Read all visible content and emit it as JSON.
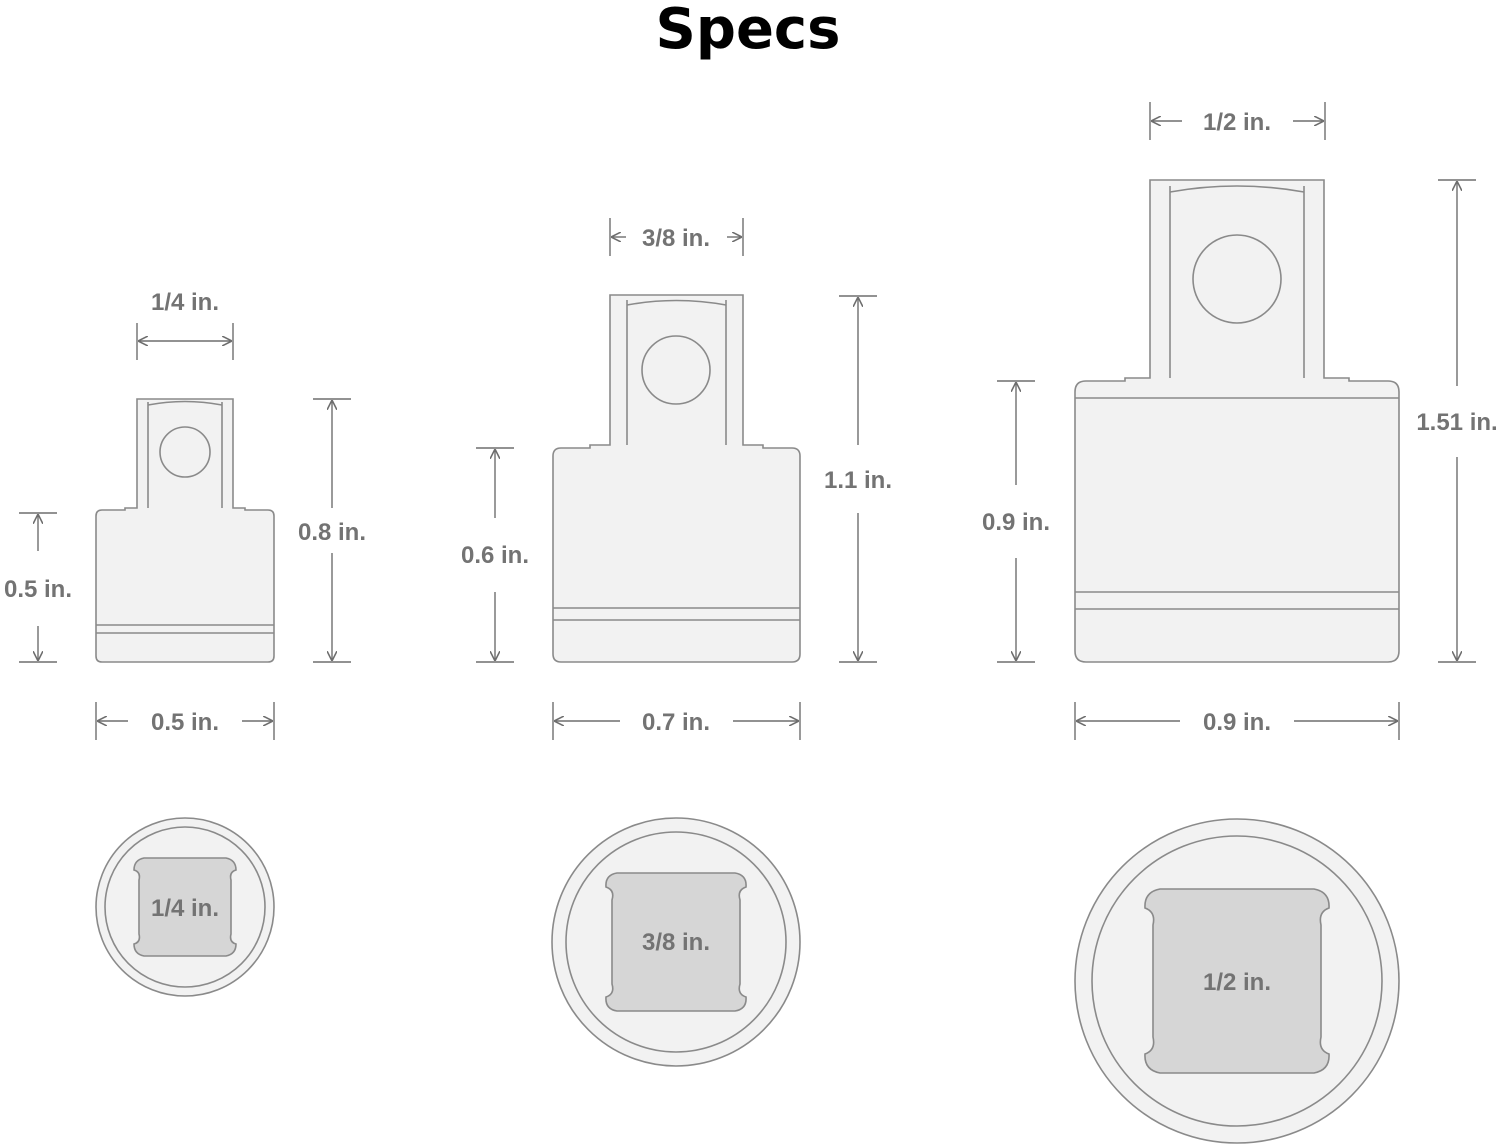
{
  "title": "Specs",
  "colors": {
    "title": "#000000",
    "dimension_text": "#737373",
    "part_fill": "#f2f2f2",
    "part_outline": "#8a8a8a",
    "drive_square_fill": "#d6d6d6"
  },
  "adapters": [
    {
      "id": "small",
      "drive_label": "1/4 in.",
      "width_label": "0.5 in.",
      "height_label": "0.8 in.",
      "body_height_label": "0.5 in.",
      "end_label": "1/4 in."
    },
    {
      "id": "medium",
      "drive_label": "3/8 in.",
      "width_label": "0.7 in.",
      "height_label": "1.1 in.",
      "body_height_label": "0.6 in.",
      "end_label": "3/8 in."
    },
    {
      "id": "large",
      "drive_label": "1/2 in.",
      "width_label": "0.9 in.",
      "height_label": "1.51 in.",
      "body_height_label": "0.9 in.",
      "end_label": "1/2 in."
    }
  ]
}
